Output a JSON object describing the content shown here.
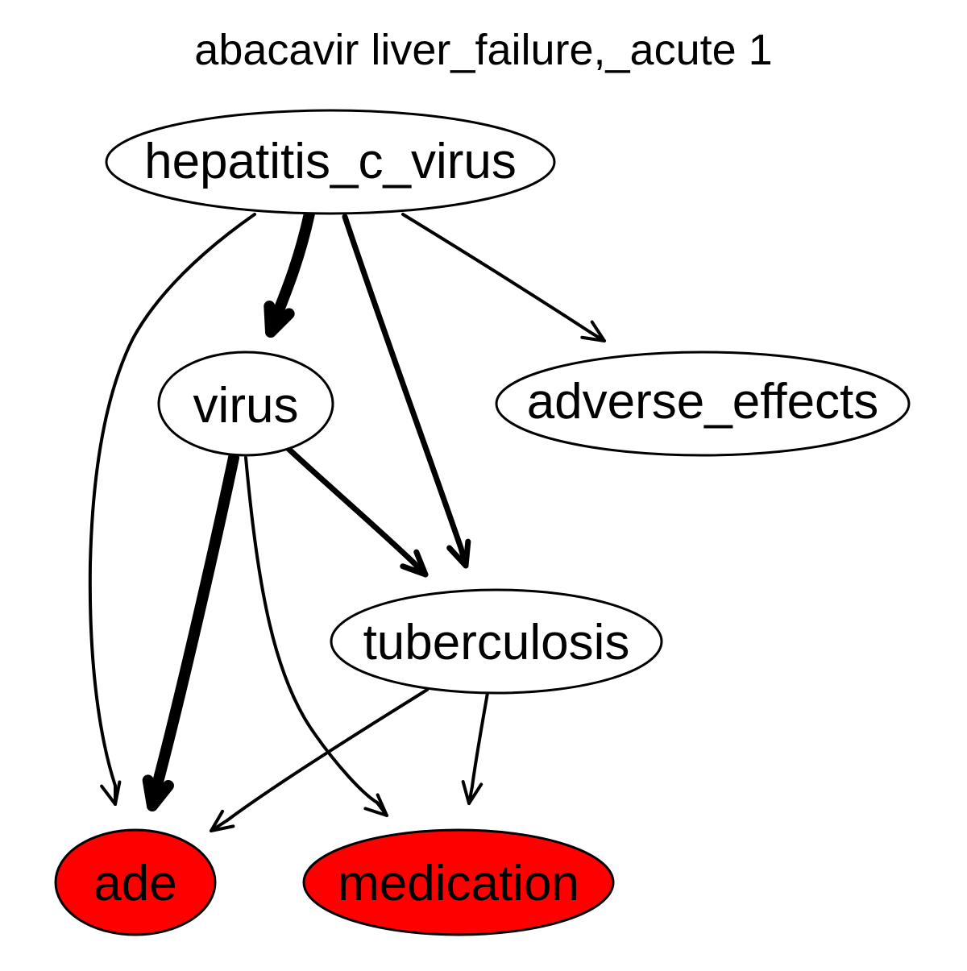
{
  "title": "abacavir liver_failure,_acute 1",
  "colors": {
    "highlight": "#ff0000",
    "default_fill": "#ffffff",
    "stroke": "#000000"
  },
  "nodes": [
    {
      "id": "hepatitis_c_virus",
      "label": "hepatitis_c_virus",
      "highlighted": false
    },
    {
      "id": "virus",
      "label": "virus",
      "highlighted": false
    },
    {
      "id": "adverse_effects",
      "label": "adverse_effects",
      "highlighted": false
    },
    {
      "id": "tuberculosis",
      "label": "tuberculosis",
      "highlighted": false
    },
    {
      "id": "ade",
      "label": "ade",
      "highlighted": true
    },
    {
      "id": "medication",
      "label": "medication",
      "highlighted": true
    }
  ],
  "edges": [
    {
      "from": "hepatitis_c_virus",
      "to": "ade",
      "weight": 1
    },
    {
      "from": "hepatitis_c_virus",
      "to": "virus",
      "weight": 3
    },
    {
      "from": "hepatitis_c_virus",
      "to": "tuberculosis",
      "weight": 2
    },
    {
      "from": "hepatitis_c_virus",
      "to": "adverse_effects",
      "weight": 1
    },
    {
      "from": "virus",
      "to": "ade",
      "weight": 3
    },
    {
      "from": "virus",
      "to": "medication",
      "weight": 1
    },
    {
      "from": "virus",
      "to": "tuberculosis",
      "weight": 2
    },
    {
      "from": "tuberculosis",
      "to": "ade",
      "weight": 1
    },
    {
      "from": "tuberculosis",
      "to": "medication",
      "weight": 1
    }
  ]
}
